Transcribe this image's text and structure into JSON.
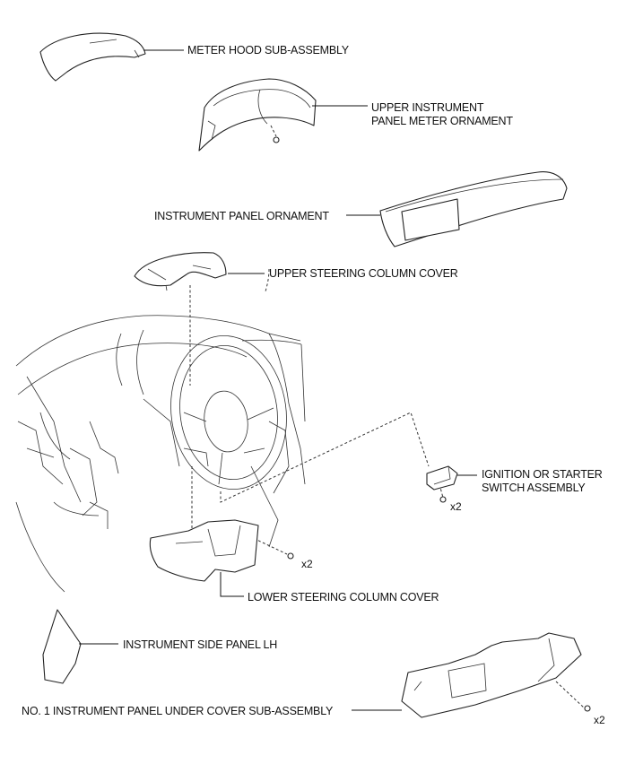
{
  "labels": {
    "meter_hood": "METER HOOD SUB-ASSEMBLY",
    "upper_meter_ornament_line1": "UPPER INSTRUMENT",
    "upper_meter_ornament_line2": "PANEL METER ORNAMENT",
    "instrument_panel_ornament": "INSTRUMENT PANEL ORNAMENT",
    "upper_steering_column_cover": "UPPER STEERING COLUMN COVER",
    "ignition_switch_line1": "IGNITION  OR STARTER",
    "ignition_switch_line2": "SWITCH ASSEMBLY",
    "lower_steering_column_cover": "LOWER STEERING COLUMN COVER",
    "instrument_side_panel": "INSTRUMENT SIDE PANEL LH",
    "under_cover": "NO. 1 INSTRUMENT PANEL UNDER COVER SUB-ASSEMBLY"
  },
  "quantities": {
    "ignition_screws": "x2",
    "lower_cover_screws": "x2",
    "under_cover_screws": "x2"
  }
}
